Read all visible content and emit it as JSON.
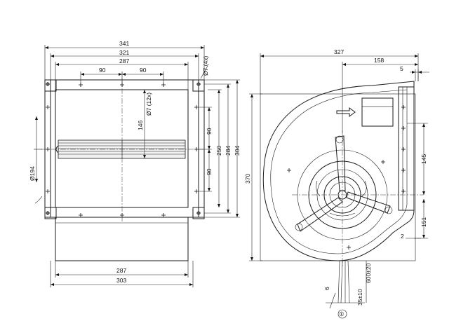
{
  "left_view": {
    "dims": {
      "w341": "341",
      "w321": "321",
      "w287_top": "287",
      "w90_a": "90",
      "w90_b": "90",
      "hole_note": "Ø7 (4x)",
      "hole_note_12": "Ø7 (12x)",
      "h146": "146",
      "h90_a": "90",
      "h90_b": "90",
      "h250": "250",
      "h284": "284",
      "h304": "304",
      "d194": "Ø194",
      "w287_bot": "287",
      "w303": "303"
    }
  },
  "right_view": {
    "dims": {
      "w327": "327",
      "w158": "158",
      "w5": "5",
      "h370": "370",
      "h145": "145",
      "h151": "151",
      "w2": "2",
      "cable_600": "600±20",
      "cable_35": "35±10",
      "angle_6": "6",
      "ref_1": "①"
    }
  }
}
